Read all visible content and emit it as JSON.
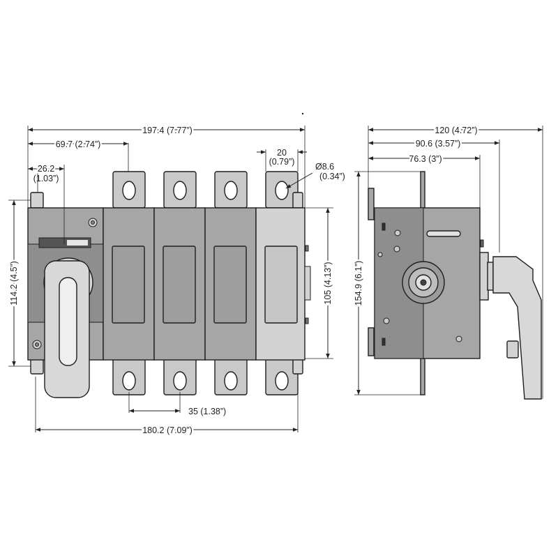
{
  "colors": {
    "body": "#a6a6a6",
    "body_dark": "#8e8e8e",
    "body_light": "#d3d3d3",
    "terminal": "#c9c9c9",
    "handle": "#d8d8d8",
    "window": "#9a9a9a",
    "line": "#1e1e1e"
  },
  "dimensions": {
    "overall_width": "197.4 (7.77”)",
    "handle_offset": "69.7 (2.74”)",
    "left_lug_a": "26.2",
    "left_lug_b": "(1.03”)",
    "terminal_width_a": "20",
    "terminal_width_b": "(0.79”)",
    "hole_dia_a": "Ø8.6",
    "hole_dia_b": "(0.34”)",
    "height_left": "114.2 (4.5”)",
    "height_right": "105 (4.13”)",
    "pole_pitch": "35 (1.38”)",
    "base_width": "180.2 (7.09”)",
    "side_depth_total": "120 (4.72”)",
    "side_depth_mid": "90.6 (3.57”)",
    "side_depth_body": "76.3 (3”)",
    "side_height": "154.9 (6.1”)"
  },
  "icons": {
    "front_view": "switch-disconnector-front-view",
    "side_view": "switch-disconnector-side-view",
    "rotary_handle": "rotary-handle-icon",
    "shaft_coupling": "shaft-coupling-icon"
  }
}
